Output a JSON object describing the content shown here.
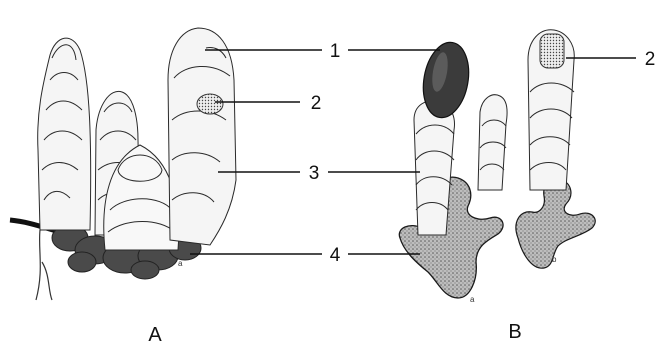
{
  "callouts": [
    {
      "id": "label-1",
      "text": "1"
    },
    {
      "id": "label-2a",
      "text": "2"
    },
    {
      "id": "label-2b",
      "text": "2"
    },
    {
      "id": "label-3",
      "text": "3"
    },
    {
      "id": "label-4",
      "text": "4"
    }
  ],
  "panels": {
    "a": "A",
    "b": "B"
  },
  "colors": {
    "outline": "#2a2a2a",
    "shoot": "#f4f4f4",
    "rhizome": "#8a8a8a",
    "capsule": "#3a3a3a"
  }
}
